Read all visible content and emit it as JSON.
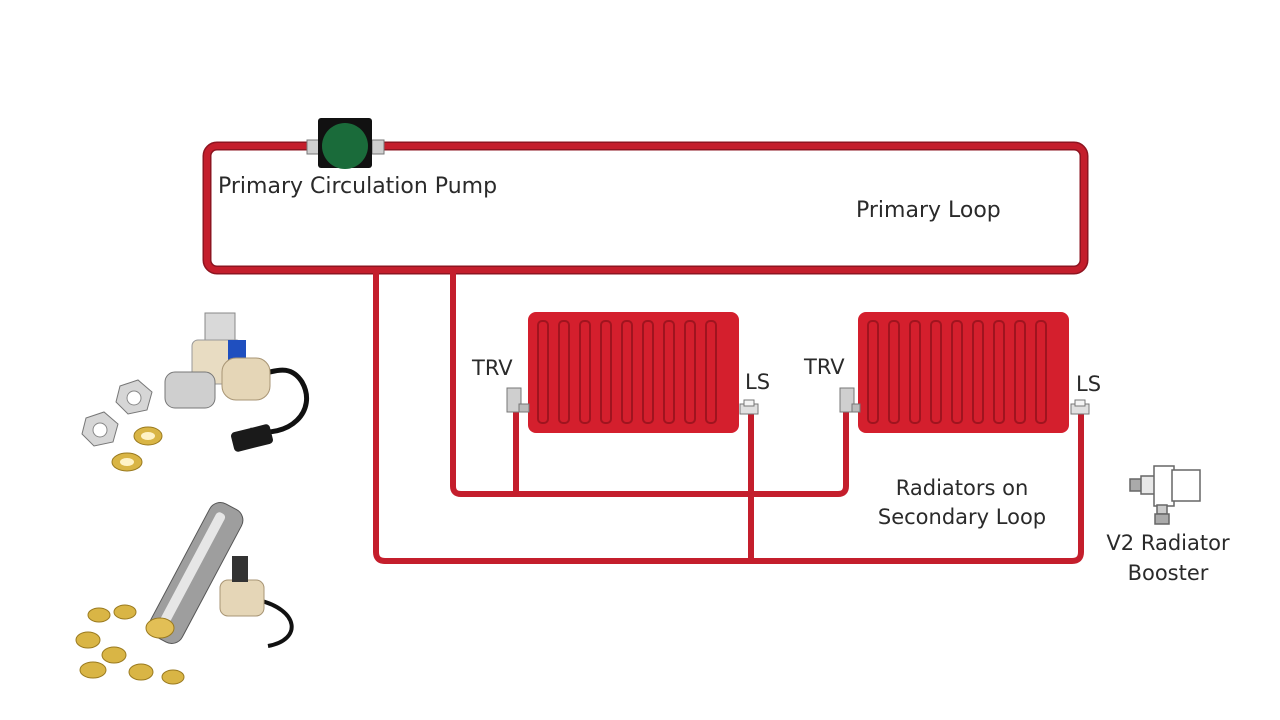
{
  "colors": {
    "pipe": "#c41e2c",
    "pipe_outline": "#8e1420",
    "radiator": "#d41f2d",
    "radiator_fin": "#a0141f",
    "pump": "#1a6b3a",
    "pump_housing": "#111111",
    "valve": "#cfcfcf"
  },
  "labels": {
    "pump": "Primary Circulation Pump",
    "primary_loop": "Primary Loop",
    "trv_left": "TRV",
    "ls_left": "LS",
    "trv_right": "TRV",
    "ls_right": "LS",
    "radiators_line1": "Radiators on",
    "radiators_line2": "Secondary Loop",
    "booster_line1": "V2 Radiator",
    "booster_line2": "Booster"
  },
  "icons": {
    "pump": "circulation-pump-icon",
    "radiator": "radiator-icon",
    "booster": "radiator-booster-icon",
    "product_photo_1": "pump-with-fittings-photo",
    "product_photo_2": "pipe-pump-with-fittings-photo"
  }
}
